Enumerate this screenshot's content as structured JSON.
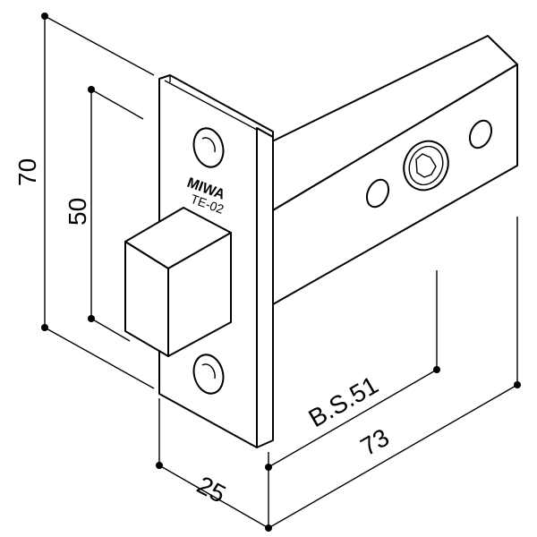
{
  "diagram": {
    "brand": "MIWA",
    "model": "TE-02",
    "dimensions": {
      "height_total": "70",
      "height_inner": "50",
      "faceplate_depth": "25",
      "backset": "B.S.51",
      "overall_length": "73"
    }
  }
}
